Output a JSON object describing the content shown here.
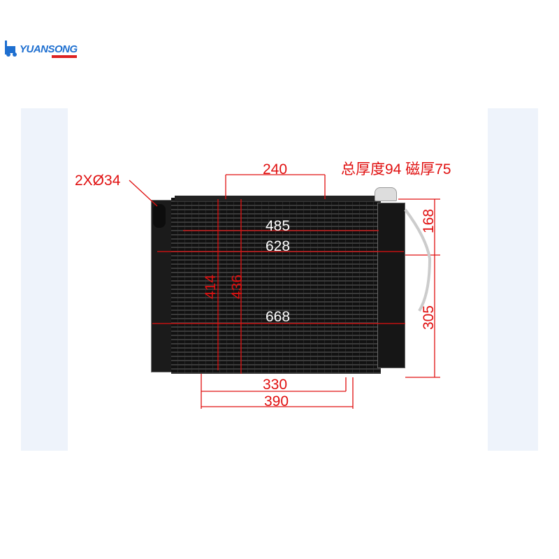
{
  "logo": {
    "text": "YUANSONG"
  },
  "annotations": {
    "inlet_outlet": "2XØ34",
    "thickness": "总厚度94 磁厚75",
    "dim_240": "240",
    "dim_485": "485",
    "dim_628": "628",
    "dim_668": "668",
    "dim_414": "414",
    "dim_436": "436",
    "dim_330": "330",
    "dim_390": "390",
    "dim_168": "168",
    "dim_305": "305"
  },
  "colors": {
    "dimension": "#e01010",
    "logo": "#1e6fd0"
  }
}
